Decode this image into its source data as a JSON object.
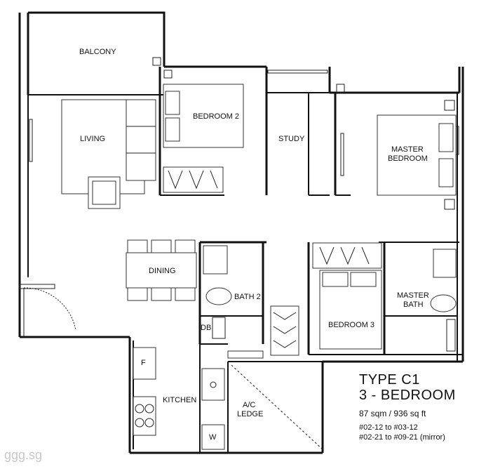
{
  "rooms": {
    "balcony": "BALCONY",
    "living": "LIVING",
    "bedroom2": "BEDROOM 2",
    "study": "STUDY",
    "master_bedroom_line1": "MASTER",
    "master_bedroom_line2": "BEDROOM",
    "dining": "DINING",
    "bath2": "BATH 2",
    "db": "DB",
    "bedroom3": "BEDROOM 3",
    "master_bath_line1": "MASTER",
    "master_bath_line2": "BATH",
    "kitchen": "KITCHEN",
    "ac_ledge_line1": "A/C",
    "ac_ledge_line2": "LEDGE",
    "fridge": "F",
    "washer": "W"
  },
  "unit": {
    "type": "TYPE C1",
    "bedrooms": "3 - BEDROOM",
    "area": "87 sqm / 936 sq ft",
    "units_line1": "#02-12 to #03-12",
    "units_line2": "#02-21 to #09-21 (mirror)"
  },
  "watermark": "ggg.sg"
}
